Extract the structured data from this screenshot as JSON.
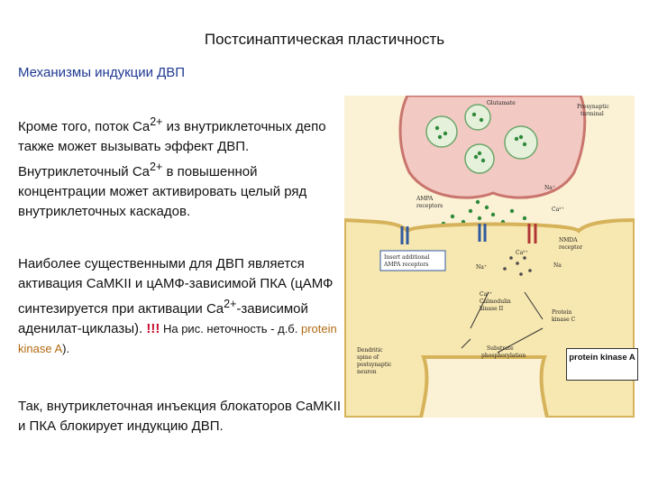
{
  "slide": {
    "title": "Постсинаптическая пластичность",
    "subtitle": "Механизмы индукции ДВП"
  },
  "paragraph1": {
    "text_a": "Кроме того, поток Ca",
    "sup_a": "2+",
    "text_b": " из внутриклеточных депо также может вызывать эффект ДВП. Внутриклеточный Ca",
    "sup_b": "2+",
    "text_c": " в повышенной концентрации может активировать целый ряд внутриклеточных каскадов."
  },
  "paragraph2": {
    "text_a": "Наиболее существенными для ДВП является активация CaMKII и цАМФ-зависимой ПКА (цАМФ синтезируется при активации Ca",
    "sup_a": "2+",
    "text_b": "-зависимой аденилат-циклазы). ",
    "excl": "!!!",
    "note_a": " На рис. неточность - д.б. ",
    "note_b": "protein kinase A",
    "note_end": ")."
  },
  "paragraph3": {
    "text": "Так, внутриклеточная инъекция блокаторов CaMKII и ПКА блокирует индукцию ДВП."
  },
  "figure": {
    "labels": {
      "glutamate": "Glutamate",
      "presynaptic_1": "Presynaptic",
      "presynaptic_2": "terminal",
      "na_top": "Na⁺",
      "ampa_1": "AMPA",
      "ampa_2": "receptors",
      "ca_mid": "Ca²⁺",
      "nmda_1": "NMDA",
      "nmda_2": "receptor",
      "insert_1": "Insert additional",
      "insert_2": "AMPA receptors",
      "na_left": "Na⁺",
      "ca_inner": "Ca²⁺",
      "na_right": "Na",
      "cam_1": "Ca²⁺",
      "cam_2": "Calmodulin",
      "cam_3": "kinase II",
      "pkc_1": "Protein",
      "pkc_2": "kinase C",
      "substrate_1": "Substrate",
      "substrate_2": "phosphorylation",
      "dend_1": "Dendritic",
      "dend_2": "spine of",
      "dend_3": "postsynaptic",
      "dend_4": "neuron"
    },
    "callout": "protein kinase A"
  }
}
